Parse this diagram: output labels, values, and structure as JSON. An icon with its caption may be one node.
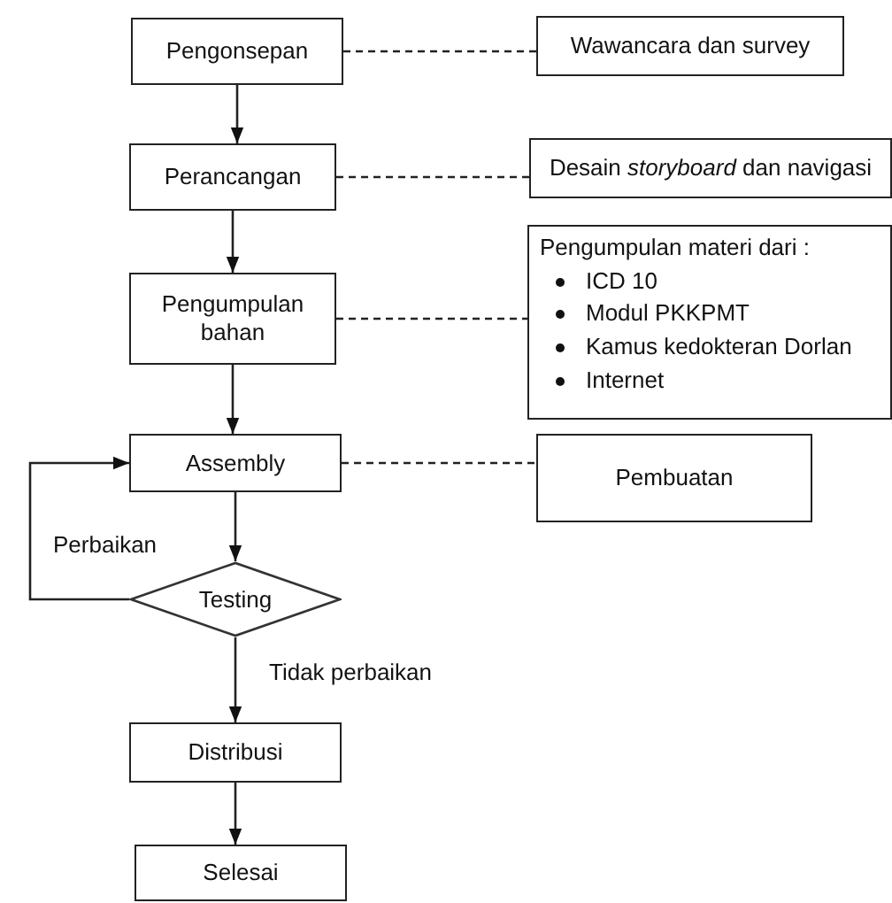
{
  "diagram": {
    "nodes": [
      {
        "text": [
          "Pengonsepan"
        ]
      },
      {
        "text": [
          "Wawancara dan survey"
        ]
      },
      {
        "text": [
          "Perancangan"
        ]
      },
      {
        "text": [
          "Desain *storyboard* dan navigasi"
        ]
      },
      {
        "text": [
          "Pengumpulan bahan"
        ]
      },
      {
        "text": [
          "Pengumpulan materi dari :",
          "ICD 10",
          "Modul PKKPMT",
          "Kamus kedokteran Dorlan",
          "Internet"
        ]
      },
      {
        "text": [
          "Assembly"
        ]
      },
      {
        "text": [
          "Pembuatan"
        ]
      },
      {
        "text": [
          "Testing"
        ]
      },
      {
        "text": [
          "Distribusi"
        ]
      },
      {
        "text": [
          "Selesai"
        ]
      }
    ],
    "edges": [
      {
        "from": 0,
        "to": 2,
        "arrow": "to"
      },
      {
        "from": 2,
        "to": 4,
        "arrow": "to"
      },
      {
        "from": 4,
        "to": 6,
        "arrow": "to"
      },
      {
        "from": 6,
        "to": 8,
        "arrow": "to"
      },
      {
        "from": 8,
        "to": 9,
        "arrow": "to",
        "label": "Tidak perbaikan"
      },
      {
        "from": 9,
        "to": 10,
        "arrow": "to"
      },
      {
        "from": 8,
        "to": 6,
        "arrow": "to",
        "label": "Perbaikan"
      },
      {
        "from": 0,
        "to": 1,
        "arrow": "none",
        "style": "dashed"
      },
      {
        "from": 2,
        "to": 3,
        "arrow": "none",
        "style": "dashed"
      },
      {
        "from": 4,
        "to": 5,
        "arrow": "none",
        "style": "dashed"
      },
      {
        "from": 6,
        "to": 7,
        "arrow": "none",
        "style": "dashed"
      }
    ]
  }
}
